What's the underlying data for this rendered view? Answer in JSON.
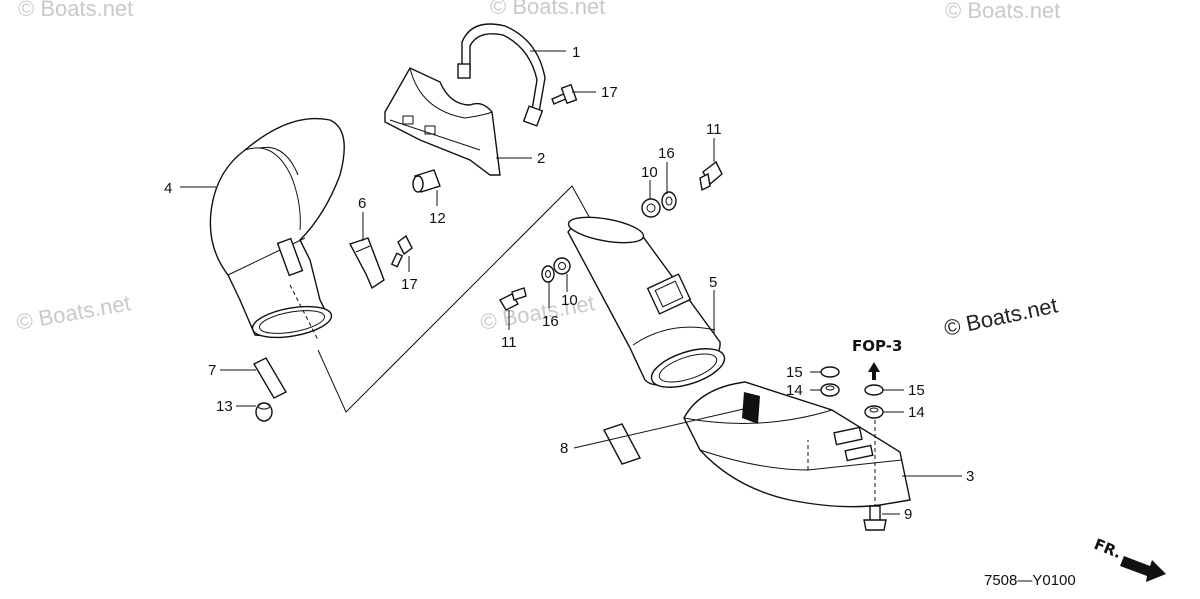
{
  "watermarks": [
    "© Boats.net",
    "© Boats.net",
    "© Boats.net",
    "© Boats.net",
    "© Boats.net"
  ],
  "copyright_main": "© Boats.net",
  "callouts": {
    "c1": "1",
    "c17a": "17",
    "c2": "2",
    "c11a": "11",
    "c16a": "16",
    "c10a": "10",
    "c4": "4",
    "c12": "12",
    "c6": "6",
    "c17b": "17",
    "c5": "5",
    "c10b": "10",
    "c16b": "16",
    "c11b": "11",
    "c7": "7",
    "c13": "13",
    "c8": "8",
    "c15a": "15",
    "c14a": "14",
    "c15b": "15",
    "c14b": "14",
    "c3": "3",
    "c9": "9"
  },
  "ref_label": "FOP-3",
  "front_label": "FR.",
  "diagram_code": "7508—Y0100"
}
